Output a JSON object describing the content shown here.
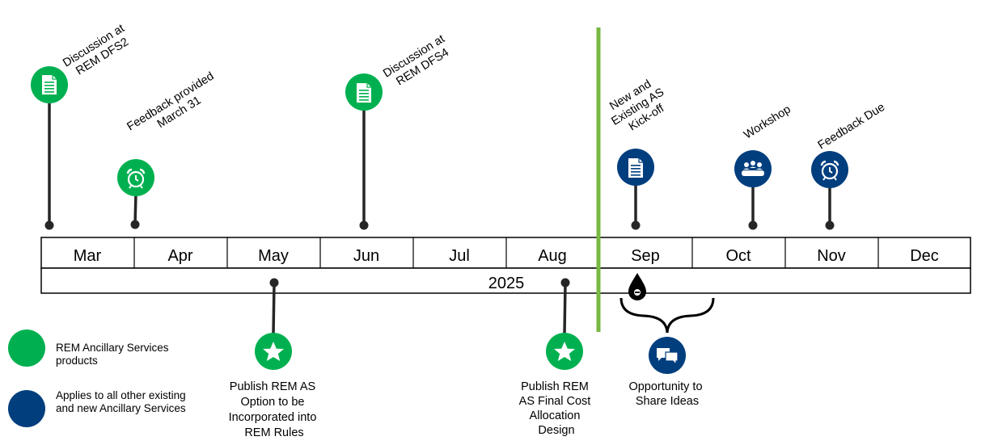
{
  "timeline": {
    "months": [
      "Mar",
      "Apr",
      "May",
      "Jun",
      "Jul",
      "Aug",
      "Sep",
      "Oct",
      "Nov",
      "Dec"
    ],
    "year": "2025"
  },
  "colors": {
    "rem_green": "#00b050",
    "other_blue": "#003e7e",
    "today_marker": "#77b843",
    "line_dark": "#262626"
  },
  "above_events": [
    {
      "lines": [
        "Discussion at",
        "REM DFS2"
      ],
      "icon": "document-icon",
      "color": "rem_green"
    },
    {
      "lines": [
        "Feedback provided",
        "March 31"
      ],
      "icon": "alarm-clock-icon",
      "color": "rem_green"
    },
    {
      "lines": [
        "Discussion at",
        "REM DFS4"
      ],
      "icon": "document-icon",
      "color": "rem_green"
    },
    {
      "lines": [
        "New and",
        "Existing AS",
        "Kick-off"
      ],
      "icon": "document-icon",
      "color": "other_blue"
    },
    {
      "lines": [
        "Workshop"
      ],
      "icon": "meeting-icon",
      "color": "other_blue"
    },
    {
      "lines": [
        "Feedback Due"
      ],
      "icon": "alarm-clock-icon",
      "color": "other_blue"
    }
  ],
  "below_events": [
    {
      "lines": [
        "Publish REM AS",
        "Option to be",
        "Incorporated into",
        "REM Rules"
      ],
      "icon": "star-icon",
      "color": "rem_green"
    },
    {
      "lines": [
        "Publish REM",
        "AS Final Cost",
        "Allocation",
        "Design"
      ],
      "icon": "star-icon",
      "color": "rem_green"
    },
    {
      "lines": [
        "Opportunity to",
        "Share Ideas"
      ],
      "icon": "chat-bubbles-icon",
      "color": "other_blue"
    }
  ],
  "legend": [
    {
      "text": [
        "REM Ancillary Services",
        "products"
      ],
      "color": "rem_green"
    },
    {
      "text": [
        "Applies to all other existing",
        "and new Ancillary Services"
      ],
      "color": "other_blue"
    }
  ]
}
